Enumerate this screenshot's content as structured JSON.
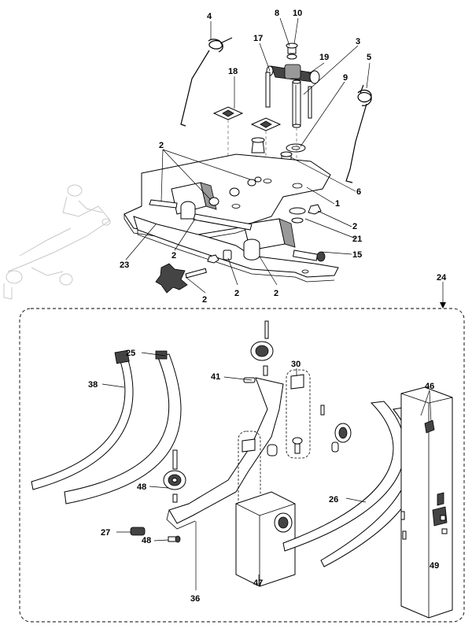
{
  "labels": [
    {
      "id": "l4",
      "text": "4"
    },
    {
      "id": "l8",
      "text": "8"
    },
    {
      "id": "l10",
      "text": "10"
    },
    {
      "id": "l3",
      "text": "3"
    },
    {
      "id": "l5",
      "text": "5"
    },
    {
      "id": "l17",
      "text": "17"
    },
    {
      "id": "l19",
      "text": "19"
    },
    {
      "id": "l18",
      "text": "18"
    },
    {
      "id": "l9",
      "text": "9"
    },
    {
      "id": "l2a",
      "text": "2"
    },
    {
      "id": "l6",
      "text": "6"
    },
    {
      "id": "l1",
      "text": "1"
    },
    {
      "id": "l2b",
      "text": "2"
    },
    {
      "id": "l21",
      "text": "21"
    },
    {
      "id": "l15",
      "text": "15"
    },
    {
      "id": "l23",
      "text": "23"
    },
    {
      "id": "l2c",
      "text": "2"
    },
    {
      "id": "l2d",
      "text": "2"
    },
    {
      "id": "l2e",
      "text": "2"
    },
    {
      "id": "l2f",
      "text": "2"
    },
    {
      "id": "l24",
      "text": "24"
    },
    {
      "id": "l25",
      "text": "25"
    },
    {
      "id": "l38",
      "text": "38"
    },
    {
      "id": "l41",
      "text": "41"
    },
    {
      "id": "l30",
      "text": "30"
    },
    {
      "id": "l46",
      "text": "46"
    },
    {
      "id": "l26",
      "text": "26"
    },
    {
      "id": "l48a",
      "text": "48"
    },
    {
      "id": "l27",
      "text": "27"
    },
    {
      "id": "l48b",
      "text": "48"
    },
    {
      "id": "l36",
      "text": "36"
    },
    {
      "id": "l47",
      "text": "47"
    },
    {
      "id": "l49",
      "text": "49"
    }
  ]
}
